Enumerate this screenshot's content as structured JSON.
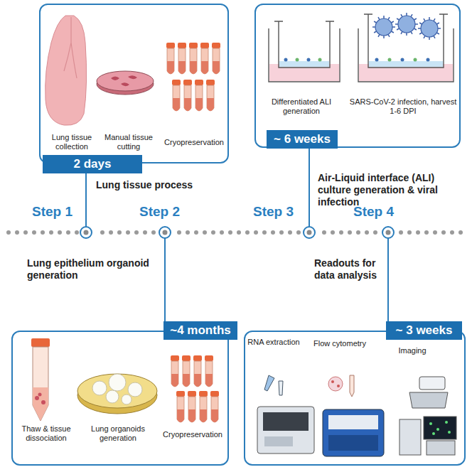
{
  "diagram": {
    "nodes": [
      {
        "text": [
          "Lung tissue collection",
          "Manual tissue cutting",
          "Cryopreservation"
        ]
      },
      {
        "text": [
          "2 days"
        ]
      },
      {
        "text": [
          "Differentiated ALI generation",
          "SARS-CoV-2 infection, harvest 1-6 DPI"
        ]
      },
      {
        "text": [
          "~ 6 weeks"
        ]
      },
      {
        "text": [
          "Thaw & tissue dissociation",
          "Lung organoids generation",
          "Cryopreservation"
        ]
      },
      {
        "text": [
          "~4 months"
        ]
      },
      {
        "text": [
          "RNA extraction",
          "Flow cytometry",
          "Imaging"
        ]
      },
      {
        "text": [
          "~ 3 weeks"
        ]
      }
    ],
    "labels": [
      "Step 1",
      "Step 2",
      "Step 3",
      "Step 4",
      "Lung tissue process",
      "Air-Liquid interface (ALI) culture generation & viral infection",
      "Lung epithelium organoid generation",
      "Readouts for data analysis"
    ]
  }
}
